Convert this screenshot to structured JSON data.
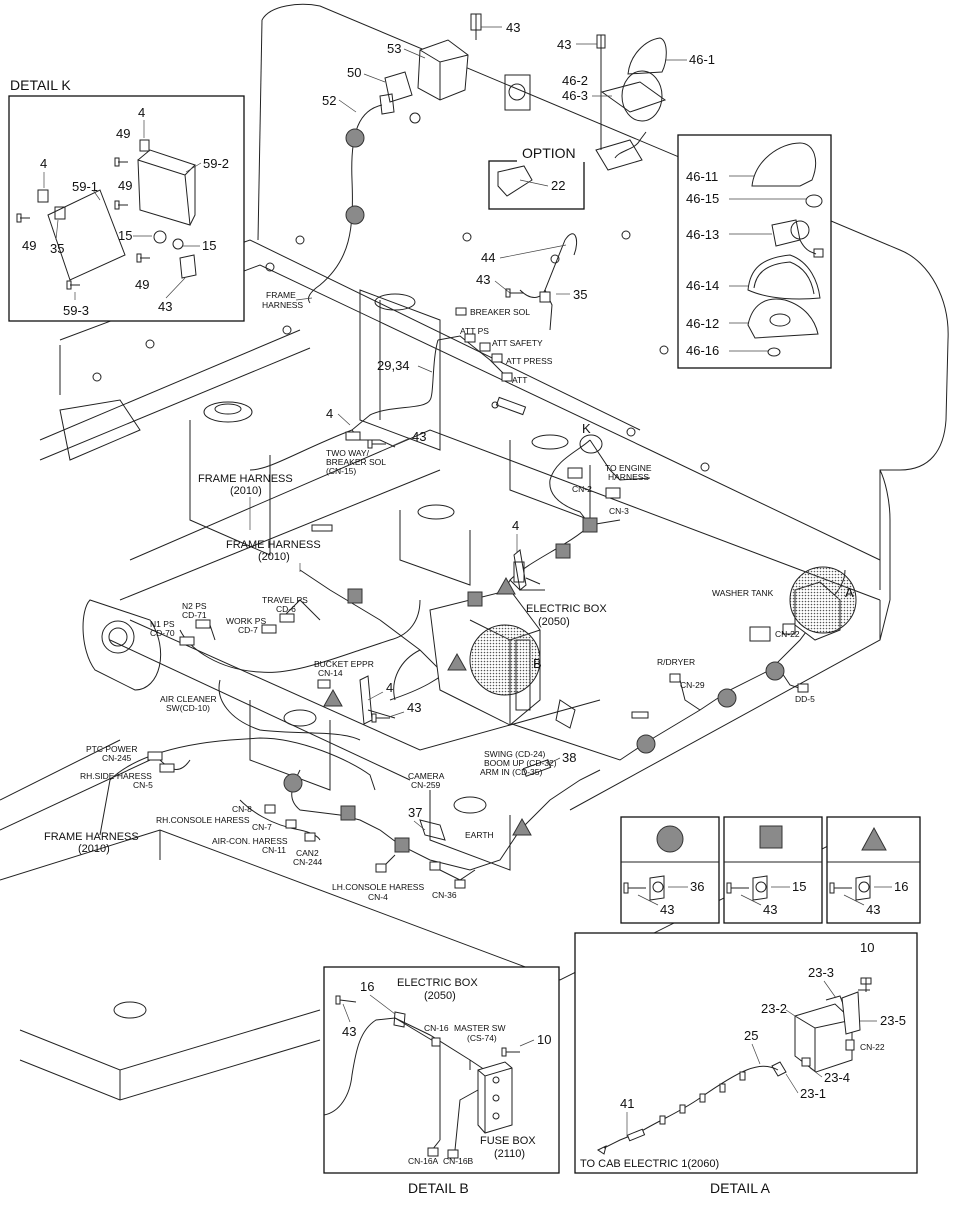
{
  "detail_k": {
    "title": "DETAIL K",
    "callouts": [
      "4",
      "49",
      "4",
      "59-2",
      "59-1",
      "49",
      "15",
      "15",
      "49",
      "35",
      "49",
      "43",
      "59-3"
    ]
  },
  "top_parts": {
    "n43a": "43",
    "n53": "53",
    "n50": "50",
    "n52": "52",
    "n43b": "43",
    "n46_1": "46-1",
    "n46_2": "46-2",
    "n46_3": "46-3"
  },
  "option": {
    "title": "OPTION",
    "part": "22"
  },
  "beacon_parts": [
    "46-11",
    "46-15",
    "46-13",
    "46-14",
    "46-12",
    "46-16"
  ],
  "harness": {
    "frame_harness_top": "FRAME\nHARNESS",
    "n44": "44",
    "n43c": "43",
    "n35": "35",
    "breaker_sol": "BREAKER SOL",
    "att_ps": "ATT PS",
    "att_safety": "ATT SAFETY",
    "att_press": "ATT PRESS",
    "att": "ATT",
    "n29_34": "29,34",
    "n4a": "4",
    "n43d": "43",
    "two_way_1": "TWO WAY/",
    "two_way_2": "BREAKER SOL",
    "two_way_3": "(CN-15)",
    "frame_harness_1": "FRAME HARNESS",
    "frame_harness_1_code": "(2010)",
    "frame_harness_2": "FRAME HARNESS",
    "frame_harness_2_code": "(2010)",
    "k_marker": "K",
    "to_engine_1": "TO ENGINE",
    "to_engine_2": "HARNESS",
    "cn2": "CN-2",
    "cn3": "CN-3",
    "n4b": "4",
    "washer_tank": "WASHER TANK",
    "a_marker": "A",
    "cn22": "CN-22",
    "electric_box": "ELECTRIC BOX",
    "electric_box_code": "(2050)",
    "b_marker": "B",
    "n2_ps": "N2 PS",
    "cd71": "CD-71",
    "travel_ps": "TRAVEL PS",
    "cd6": "CD-6",
    "work_ps": "WORK PS",
    "cd7": "CD-7",
    "n1_ps": "N1 PS",
    "cd70": "CD-70",
    "bucket_eppr": "BUCKET EPPR",
    "cn14": "CN-14",
    "n4c": "4",
    "n43e": "43",
    "r_dryer": "R/DRYER",
    "cn29": "CN-29",
    "dd5": "DD-5",
    "air_cleaner_1": "AIR CLEANER",
    "air_cleaner_2": "SW(CD-10)",
    "ptc_power": "PTC POWER",
    "cn245": "CN-245",
    "rh_side": "RH.SIDE HARESS",
    "cn5": "CN-5",
    "swing": "SWING (CD-24)",
    "boom_up": "BOOM UP (CD-32)",
    "arm_in": "ARM IN (CD-35)",
    "n38": "38",
    "camera": "CAMERA",
    "cn259": "CN-259",
    "cn8": "CN-8",
    "rh_console": "RH.CONSOLE HARESS",
    "cn7": "CN-7",
    "air_con": "AIR-CON. HARESS",
    "cn11": "CN-11",
    "can2": "CAN2",
    "cn244": "CN-244",
    "n37": "37",
    "earth": "EARTH",
    "lh_console": "LH.CONSOLE HARESS",
    "cn4": "CN-4",
    "cn36": "CN-36",
    "frame_harness_3": "FRAME HARNESS",
    "frame_harness_3_code": "(2010)"
  },
  "legend": [
    {
      "symbol": "circle",
      "part": "36",
      "bolt": "43"
    },
    {
      "symbol": "square",
      "part": "15",
      "bolt": "43"
    },
    {
      "symbol": "triangle",
      "part": "16",
      "bolt": "43"
    }
  ],
  "detail_a": {
    "title": "DETAIL A",
    "callouts": [
      "10",
      "23-3",
      "23-2",
      "23-5",
      "25",
      "CN-22",
      "23-4",
      "23-1",
      "41"
    ],
    "to_cab": "TO CAB ELECTRIC 1(2060)"
  },
  "detail_b": {
    "title": "DETAIL B",
    "n16": "16",
    "n43": "43",
    "n10": "10",
    "electric_box": "ELECTRIC BOX",
    "electric_box_code": "(2050)",
    "cn16": "CN-16",
    "master_sw": "MASTER SW",
    "cs74": "(CS-74)",
    "fuse_box": "FUSE BOX",
    "fuse_box_code": "(2110)",
    "cn16a": "CN-16A",
    "cn16b": "CN-16B"
  },
  "colors": {
    "line": "#222222",
    "marker_fill": "#8a8a8a",
    "marker_stroke": "#333333",
    "background": "#ffffff"
  }
}
